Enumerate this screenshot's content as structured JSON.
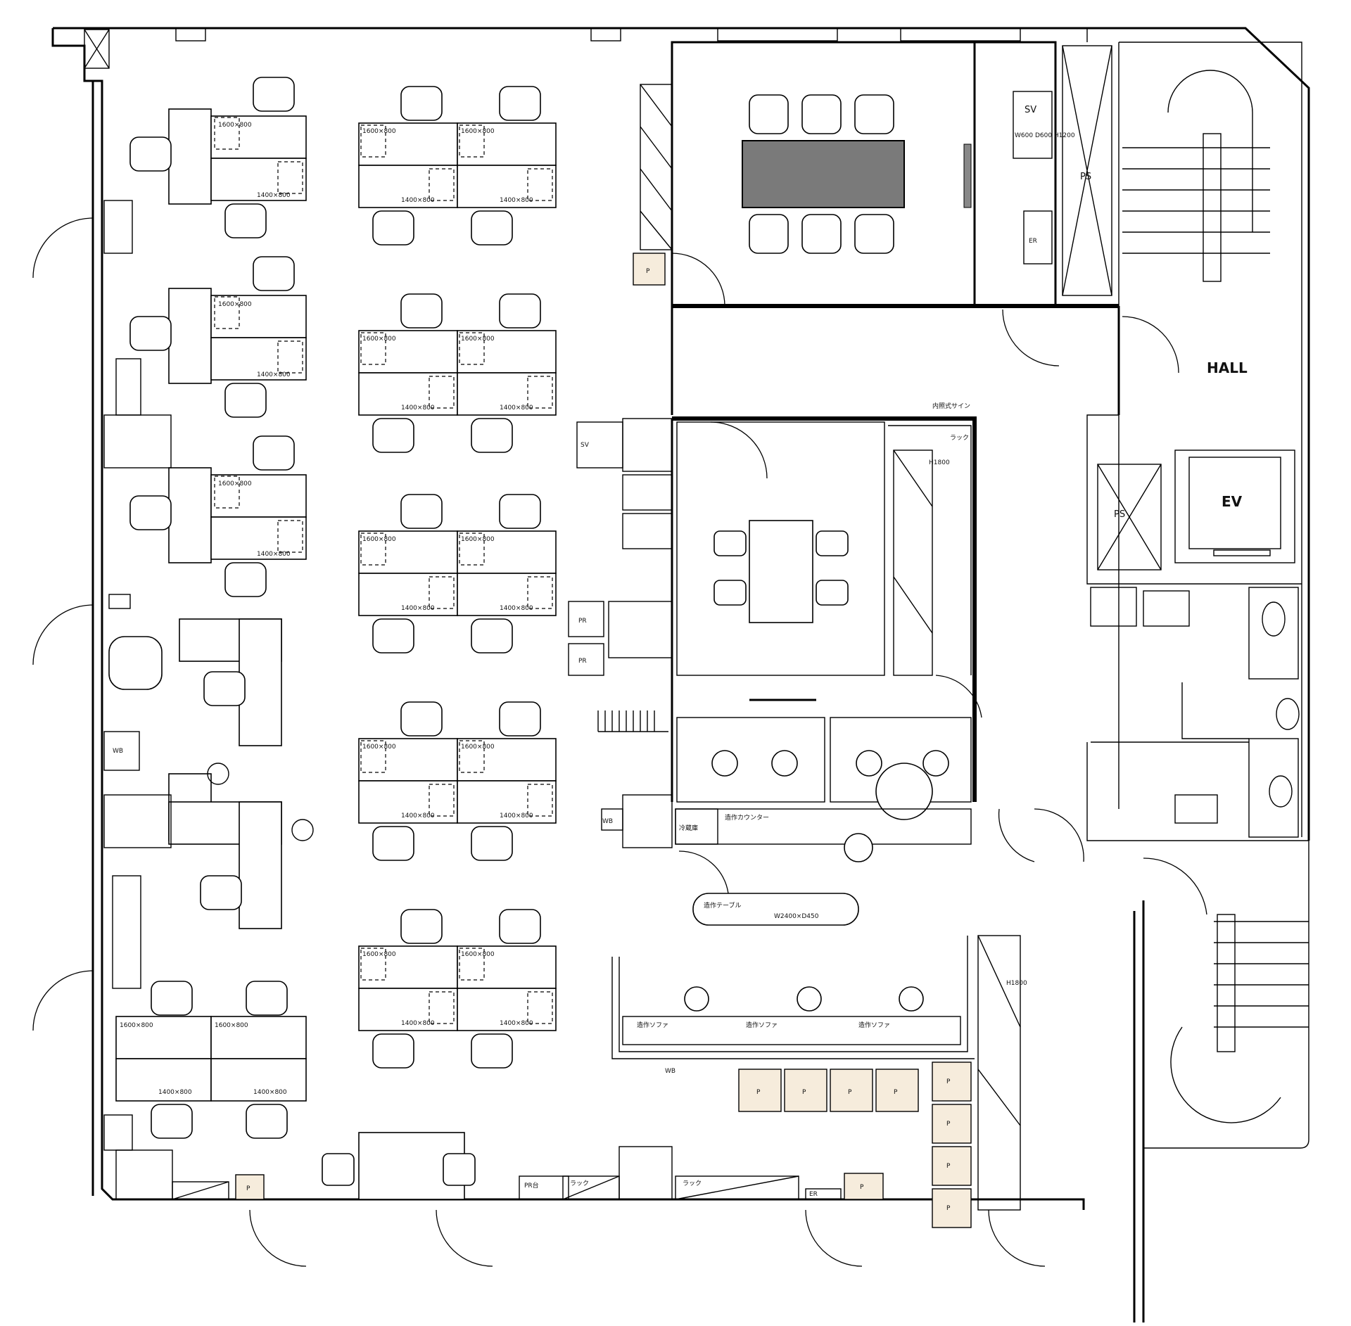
{
  "rooms": {
    "hall": "HALL",
    "ev": "EV",
    "ps_top": "PS",
    "ps_mid": "PS"
  },
  "labels": {
    "sv_top": "SV",
    "sv_top_dims": "W600 D600 H1200",
    "er_top": "ER",
    "sv_left": "SV",
    "pr_left": "PR",
    "pr_left2": "PR",
    "wb_left": "WB",
    "wb_lower": "WB",
    "wb_bottom": "WB",
    "sign": "内照式サイン",
    "fridge": "冷蔵庫",
    "kitchen": "造作カウンター",
    "table": "造作テーブル",
    "table_dims": "W2400×D450",
    "sofa1": "造作ソファ",
    "sofa2": "造作ソファ",
    "sofa3": "造作ソファ",
    "rack1": "ラック",
    "rack2": "ラック",
    "rack3": "ラック",
    "h1800": "H1800",
    "rack_side": "H1800",
    "desk_size": "1400×800",
    "desk_size2": "1600×800",
    "p": "P",
    "pr_bottom": "PR台",
    "er_bottom": "ER"
  }
}
